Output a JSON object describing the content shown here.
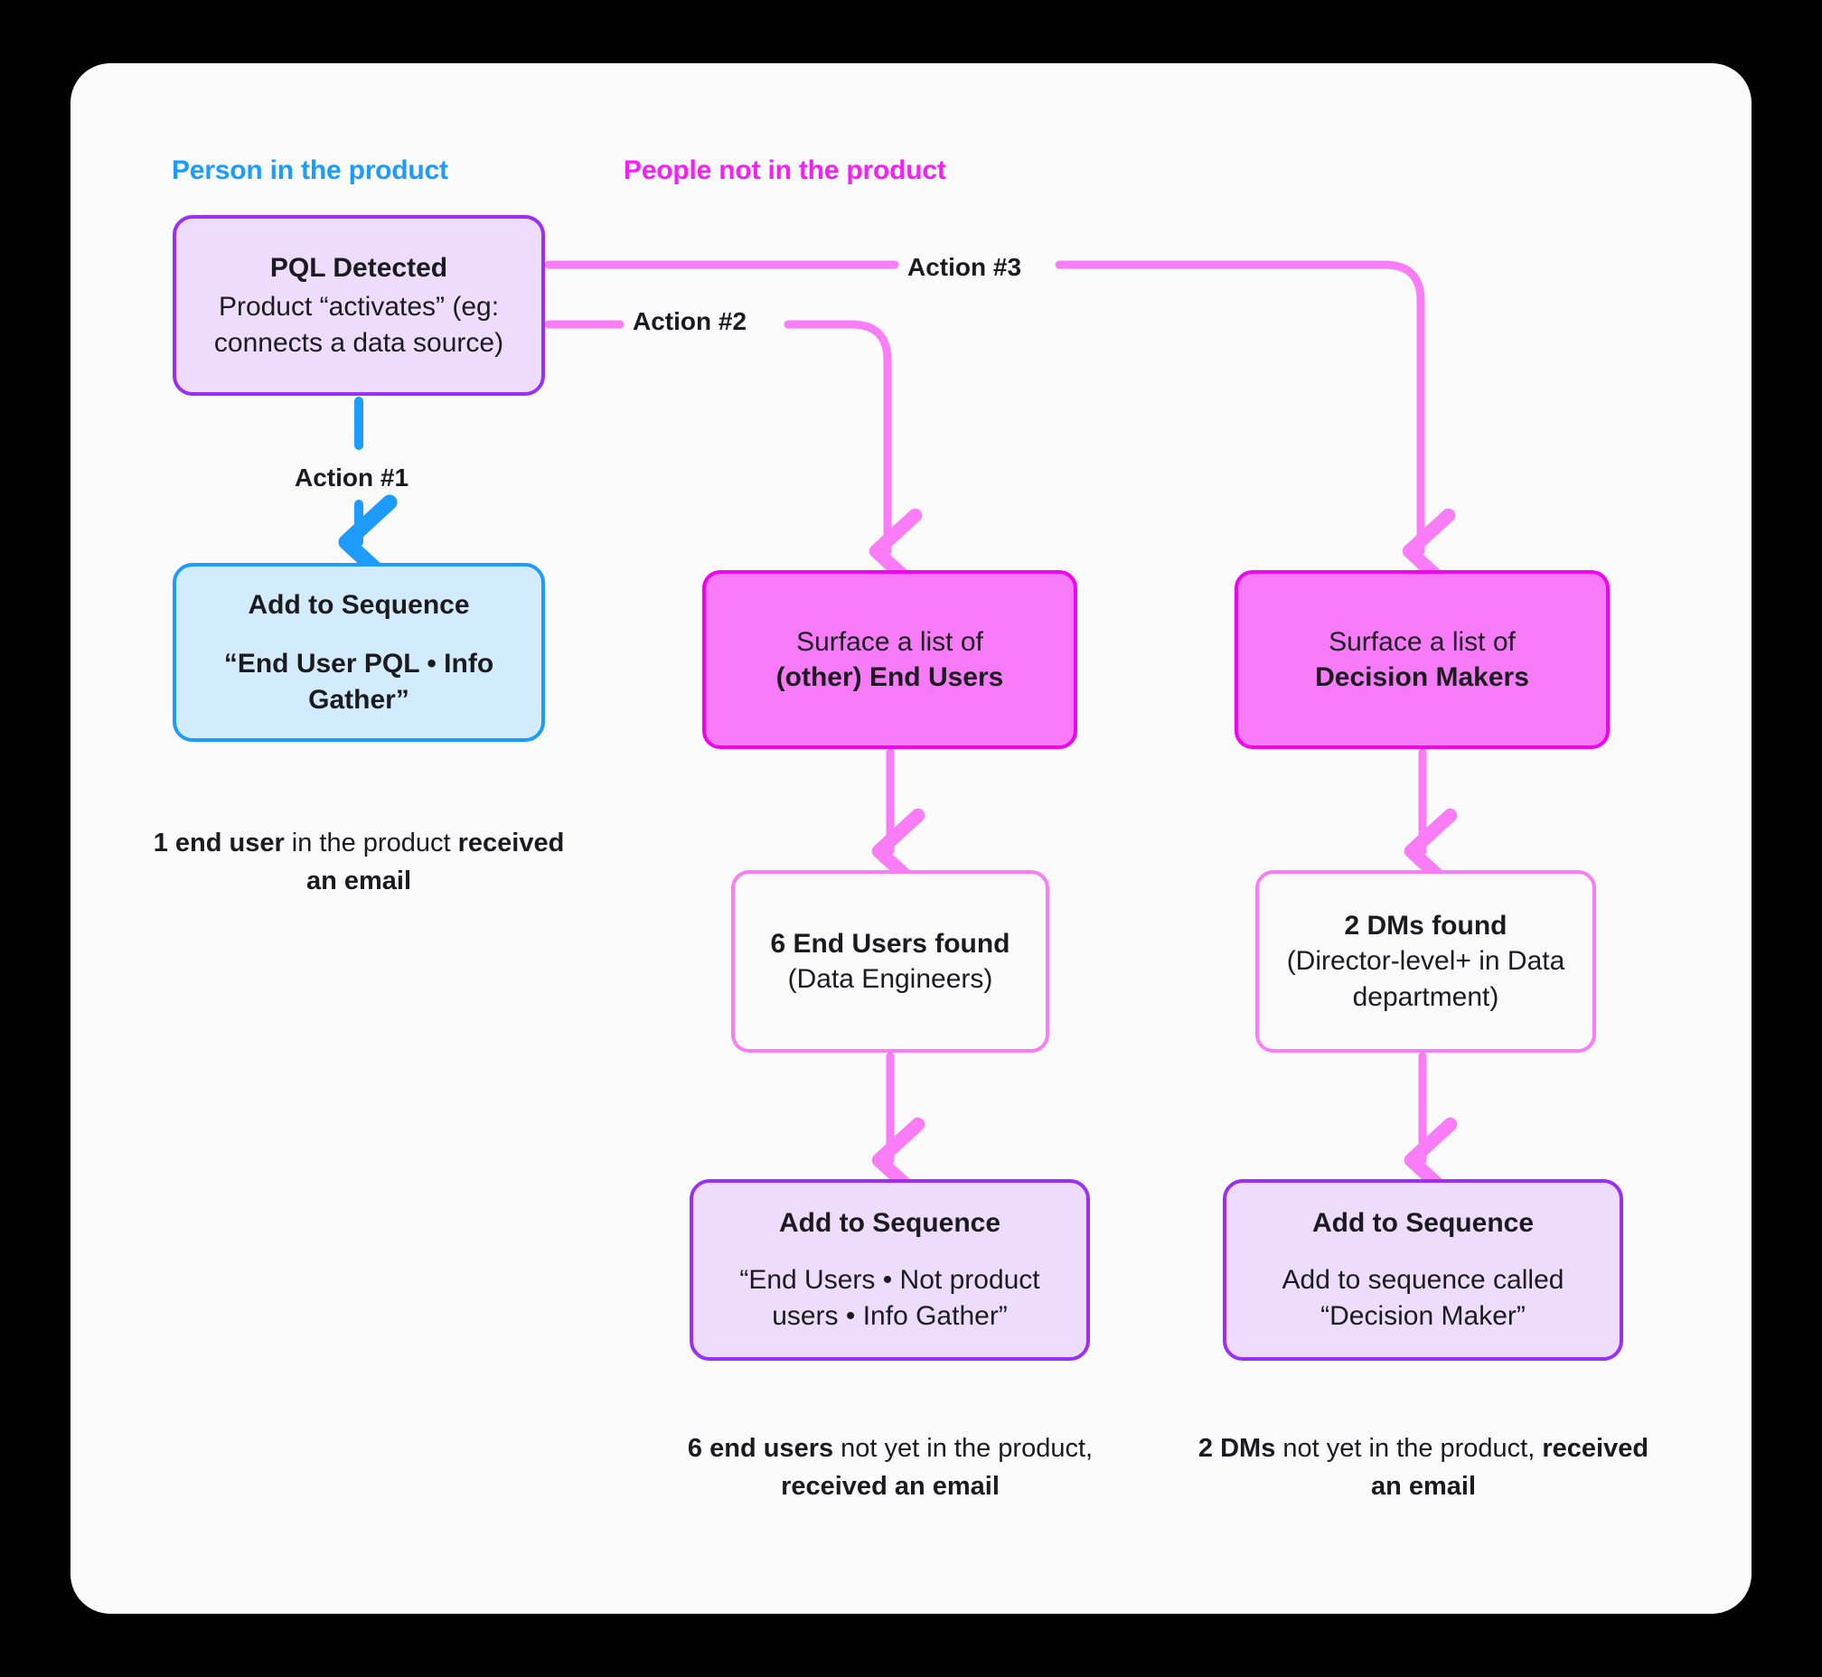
{
  "canvas": {
    "background": "#000000",
    "card_background": "#fbfbfb",
    "accent_blue": "#1e9bff",
    "accent_magenta": "#f300f3",
    "accent_pink": "#fa7df7",
    "accent_purple": "#9b2ff4"
  },
  "headers": {
    "left": "Person in the product",
    "right": "People not in the product"
  },
  "nodes": {
    "pql": {
      "title": "PQL Detected",
      "desc": "Product “activates” (eg: connects a data source)"
    },
    "sequence_blue": {
      "title": "Add to Sequence",
      "subtitle": "“End User PQL • Info Gather”"
    },
    "surface_end_users": {
      "line1": "Surface a list of",
      "line2": "(other) End Users"
    },
    "surface_decision_makers": {
      "line1": "Surface a list of",
      "line2": "Decision Makers"
    },
    "found_end_users": {
      "line1": "6 End Users found",
      "line2": "(Data Engineers)"
    },
    "found_decision_makers": {
      "line1": "2 DMs found",
      "line2": "(Director-level+ in Data department)"
    },
    "sequence_end_users": {
      "title": "Add to Sequence",
      "subtitle": "“End Users • Not product users • Info Gather”"
    },
    "sequence_decision_makers": {
      "title": "Add to Sequence",
      "subtitle": "Add to sequence called “Decision Maker”"
    }
  },
  "edges": {
    "action1": "Action #1",
    "action2": "Action #2",
    "action3": "Action #3"
  },
  "captions": {
    "left": {
      "lead": "1 end user",
      "mid": " in the product ",
      "tail": "received an email"
    },
    "middle": {
      "lead": "6 end users",
      "mid": " not yet in the product, ",
      "tail": "received an email"
    },
    "right": {
      "lead": "2 DMs",
      "mid": " not yet in the product, ",
      "tail": "received an email"
    }
  }
}
